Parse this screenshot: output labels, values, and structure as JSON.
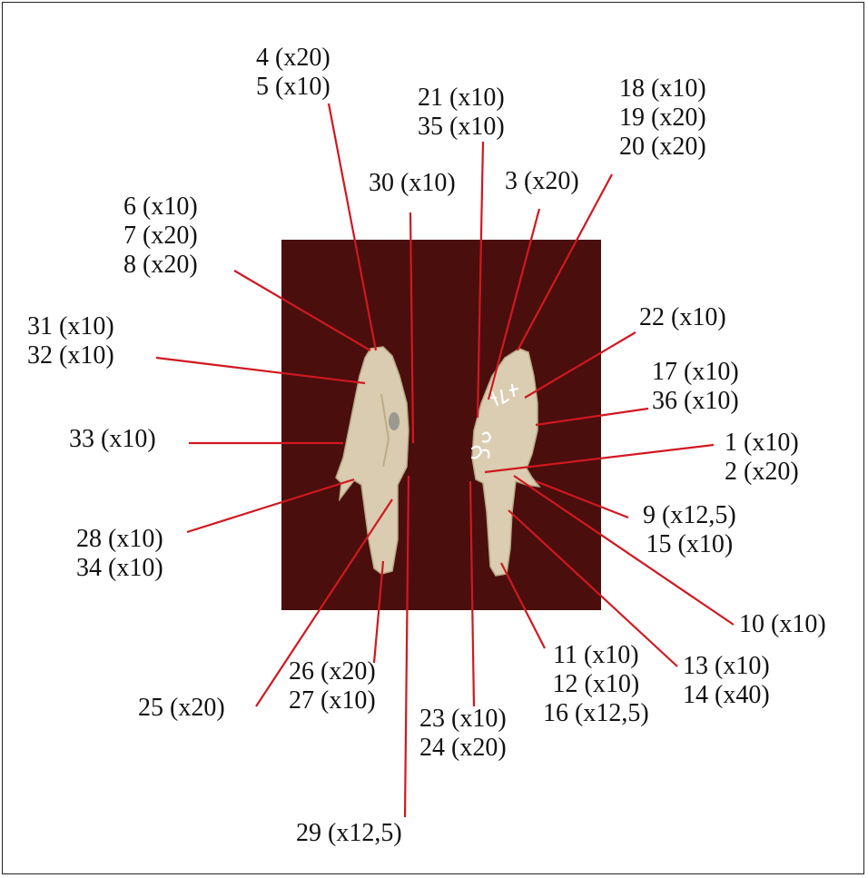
{
  "colors": {
    "background": "#4a0e0c",
    "bone": "#d9ccb0",
    "leader": "#d01820"
  },
  "specimen_inscription": [
    "ADS 0",
    "296",
    "H"
  ],
  "labels": {
    "g_4_5": [
      "4 (x20)",
      "5 (x10)"
    ],
    "g_21_35": [
      "21 (x10)",
      "35 (x10)"
    ],
    "g_18_19_20": [
      "18 (x10)",
      "19 (x20)",
      "20 (x20)"
    ],
    "g_30": [
      "30 (x10)"
    ],
    "g_3": [
      "3 (x20)"
    ],
    "g_6_7_8": [
      "6 (x10)",
      "7 (x20)",
      "8 (x20)"
    ],
    "g_22": [
      "22 (x10)"
    ],
    "g_31_32": [
      "31 (x10)",
      "32 (x10)"
    ],
    "g_17_36": [
      "17 (x10)",
      "36 (x10)"
    ],
    "g_33": [
      "33 (x10)"
    ],
    "g_1_2": [
      "1 (x10)",
      "2 (x20)"
    ],
    "g_9_15": [
      "9 (x12,5)",
      "15 (x10)"
    ],
    "g_28_34": [
      "28 (x10)",
      "34 (x10)"
    ],
    "g_10": [
      "10 (x10)"
    ],
    "g_26_27": [
      "26 (x20)",
      "27 (x10)"
    ],
    "g_11_12_16": [
      "11 (x10)",
      "12 (x10)",
      "16 (x12,5)"
    ],
    "g_13_14": [
      "13 (x10)",
      "14 (x40)"
    ],
    "g_25": [
      "25 (x20)"
    ],
    "g_23_24": [
      "23 (x10)",
      "24 (x20)"
    ],
    "g_29": [
      "29 (x12,5)"
    ]
  }
}
